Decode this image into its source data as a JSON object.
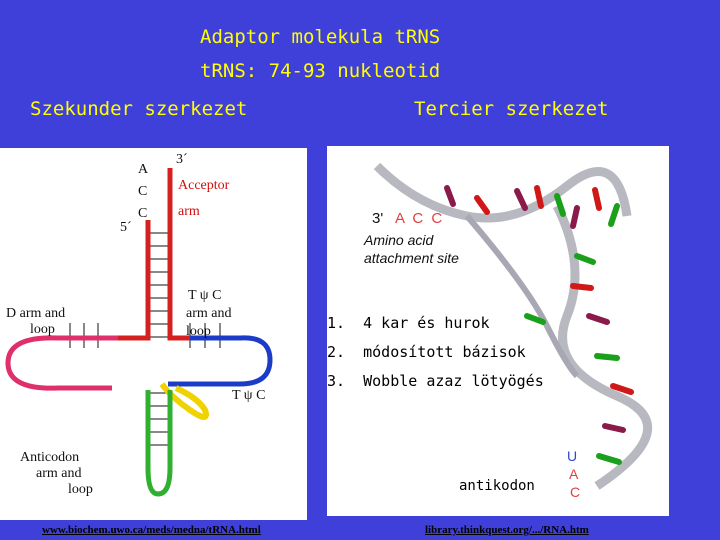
{
  "title_line1": "Adaptor molekula tRNS",
  "title_line2": "tRNS: 74-93 nukleotid",
  "left_heading": "Szekunder szerkezet",
  "right_heading": "Tercier szerkezet",
  "left_panel": {
    "three_prime": "3´",
    "five_prime": "5´",
    "acc_bases": [
      "A",
      "C",
      "C"
    ],
    "acceptor_label_1": "Acceptor",
    "acceptor_label_2": "arm",
    "d_arm_label_1": "D arm and",
    "d_arm_label_2": "loop",
    "tpc_arm_label_1": "T ψ C",
    "tpc_arm_label_2": "arm and",
    "tpc_arm_label_3": "loop",
    "tpc_loop_label": "T ψ C",
    "anticodon_label_1": "Anticodon",
    "anticodon_label_2": "arm and",
    "anticodon_label_3": "loop",
    "source_url": "www.biochem.uwo.ca/meds/medna/tRNA.html"
  },
  "right_panel": {
    "three_prime": "3'",
    "acc_bases": "A C C",
    "amino_label_1": "Amino acid",
    "amino_label_2": "attachment site",
    "anticodon_bases": [
      "U",
      "A",
      "C"
    ],
    "anticodon_word": "antikodon",
    "list": [
      {
        "num": "1.",
        "text": "4 kar és  hurok"
      },
      {
        "num": "2.",
        "text": "módosított bázisok"
      },
      {
        "num": "3.",
        "text": "Wobble azaz lötyögés"
      }
    ],
    "source_url": "library.thinkquest.org/.../RNA.htm"
  },
  "colors": {
    "background": "#3f3fd9",
    "title_text": "#ffff00",
    "acceptor_stem": "#d62020",
    "d_arm": "#e0306a",
    "tpc_arm": "#1c3cc8",
    "variable_loop": "#f0d200",
    "anticodon_arm": "#30b030",
    "helix": "#b8b8c0"
  }
}
